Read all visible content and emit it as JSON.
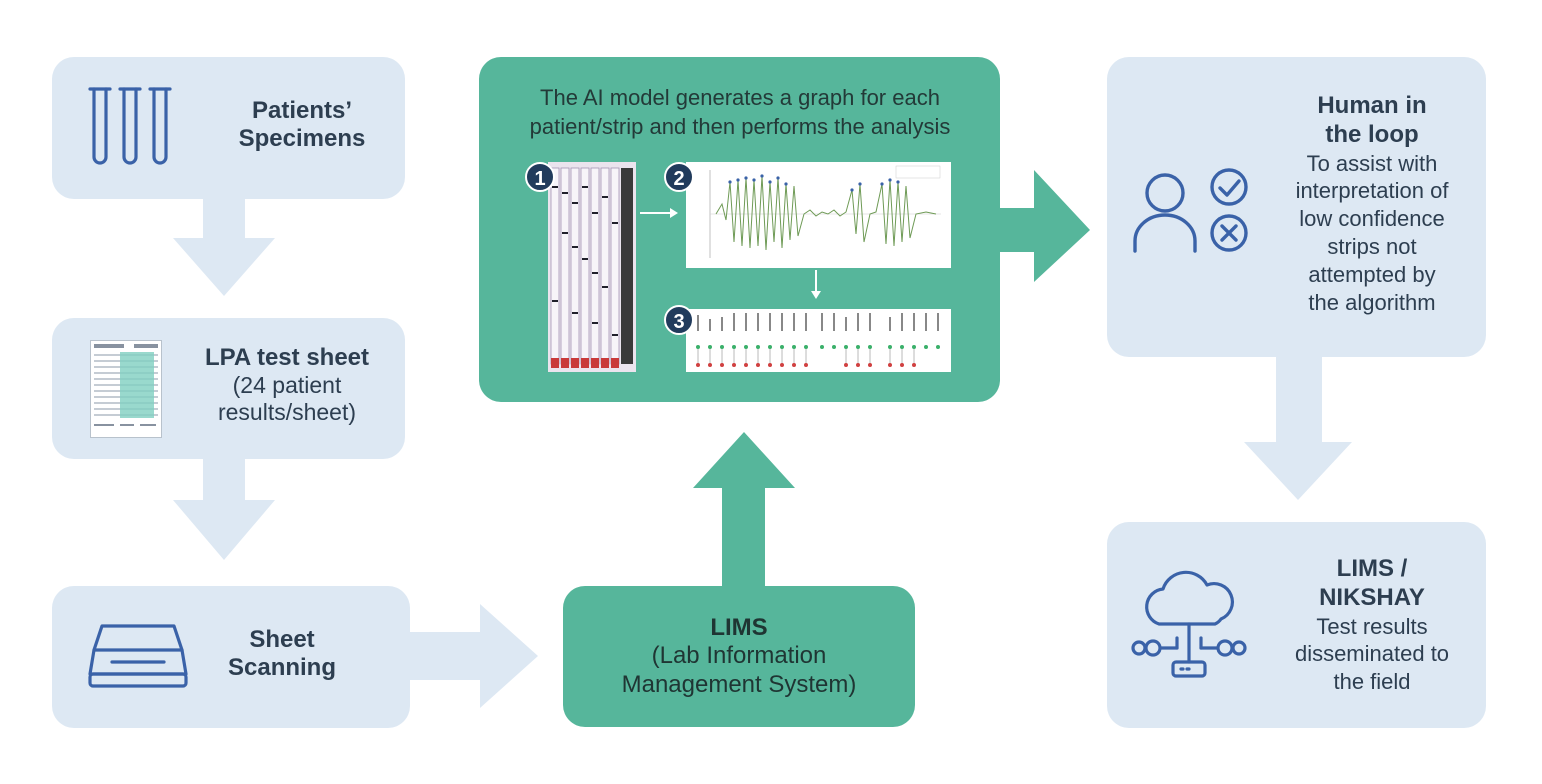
{
  "specimens": {
    "line1": "Patients’",
    "line2": "Specimens"
  },
  "lpa": {
    "title": "LPA test sheet",
    "line1": "(24 patient",
    "line2": "results/sheet)"
  },
  "scanning": {
    "line1": "Sheet",
    "line2": "Scanning"
  },
  "lims": {
    "title": "LIMS",
    "line1": "(Lab Information",
    "line2": "Management System)"
  },
  "ai": {
    "line1": "The AI model generates a graph for each",
    "line2": "patient/strip and then performs the analysis",
    "step1": "1",
    "step2": "2",
    "step3": "3"
  },
  "human": {
    "title1": "Human in",
    "title2": "the loop",
    "desc": [
      "To assist with",
      "interpretation of",
      "low confidence",
      "strips not",
      "attempted by",
      "the algorithm"
    ]
  },
  "nikshay": {
    "title1": "LIMS /",
    "title2": "NIKSHAY",
    "desc": [
      "Test results",
      "disseminated to",
      "the field"
    ]
  },
  "colors": {
    "box_blue": "#dde8f3",
    "box_green": "#56b69b",
    "icon_blue": "#3a62a8",
    "text_dark": "#2d3e50"
  },
  "icons": [
    "test-tubes-icon",
    "sheet-thumbnail-icon",
    "scanner-icon",
    "person-check-cross-icon",
    "cloud-network-icon"
  ]
}
